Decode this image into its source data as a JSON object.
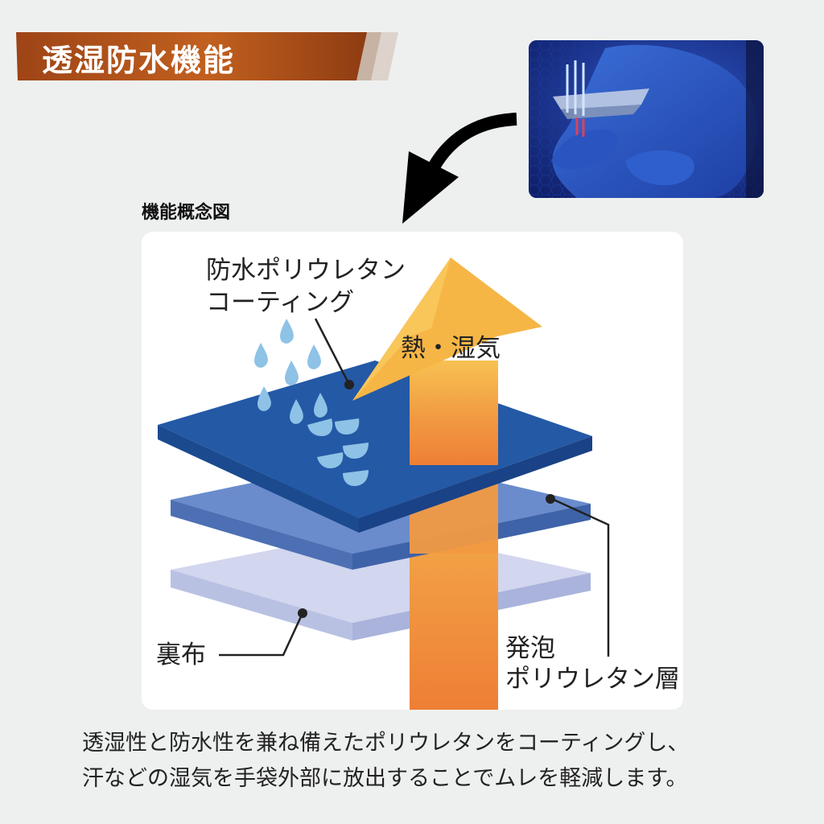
{
  "header": {
    "title": "透湿防水機能"
  },
  "diagram": {
    "label": "機能概念図",
    "coating_label_line1": "防水ポリウレタン",
    "coating_label_line2": "コーティング",
    "heat_label": "熱・湿気",
    "lining_label": "裏布",
    "foam_label_line1": "発泡",
    "foam_label_line2": "ポリウレタン層"
  },
  "caption": {
    "line1": "透湿性と防水性を兼ね備えたポリウレタンをコーティングし、",
    "line2": "汗などの湿気を手袋外部に放出することでムレを軽減します。"
  },
  "colors": {
    "banner_orange": "#b3541c",
    "top_layer": "#2458a6",
    "middle_layer": "#5d82c4",
    "bottom_layer": "#d3d8ef",
    "arrow_yellow": "#f6b34a",
    "arrow_orange": "#ef8a3c",
    "droplet": "#8ec2e6"
  },
  "icons": [
    "curved-arrow-icon",
    "water-droplet-icon",
    "glove-photo"
  ]
}
